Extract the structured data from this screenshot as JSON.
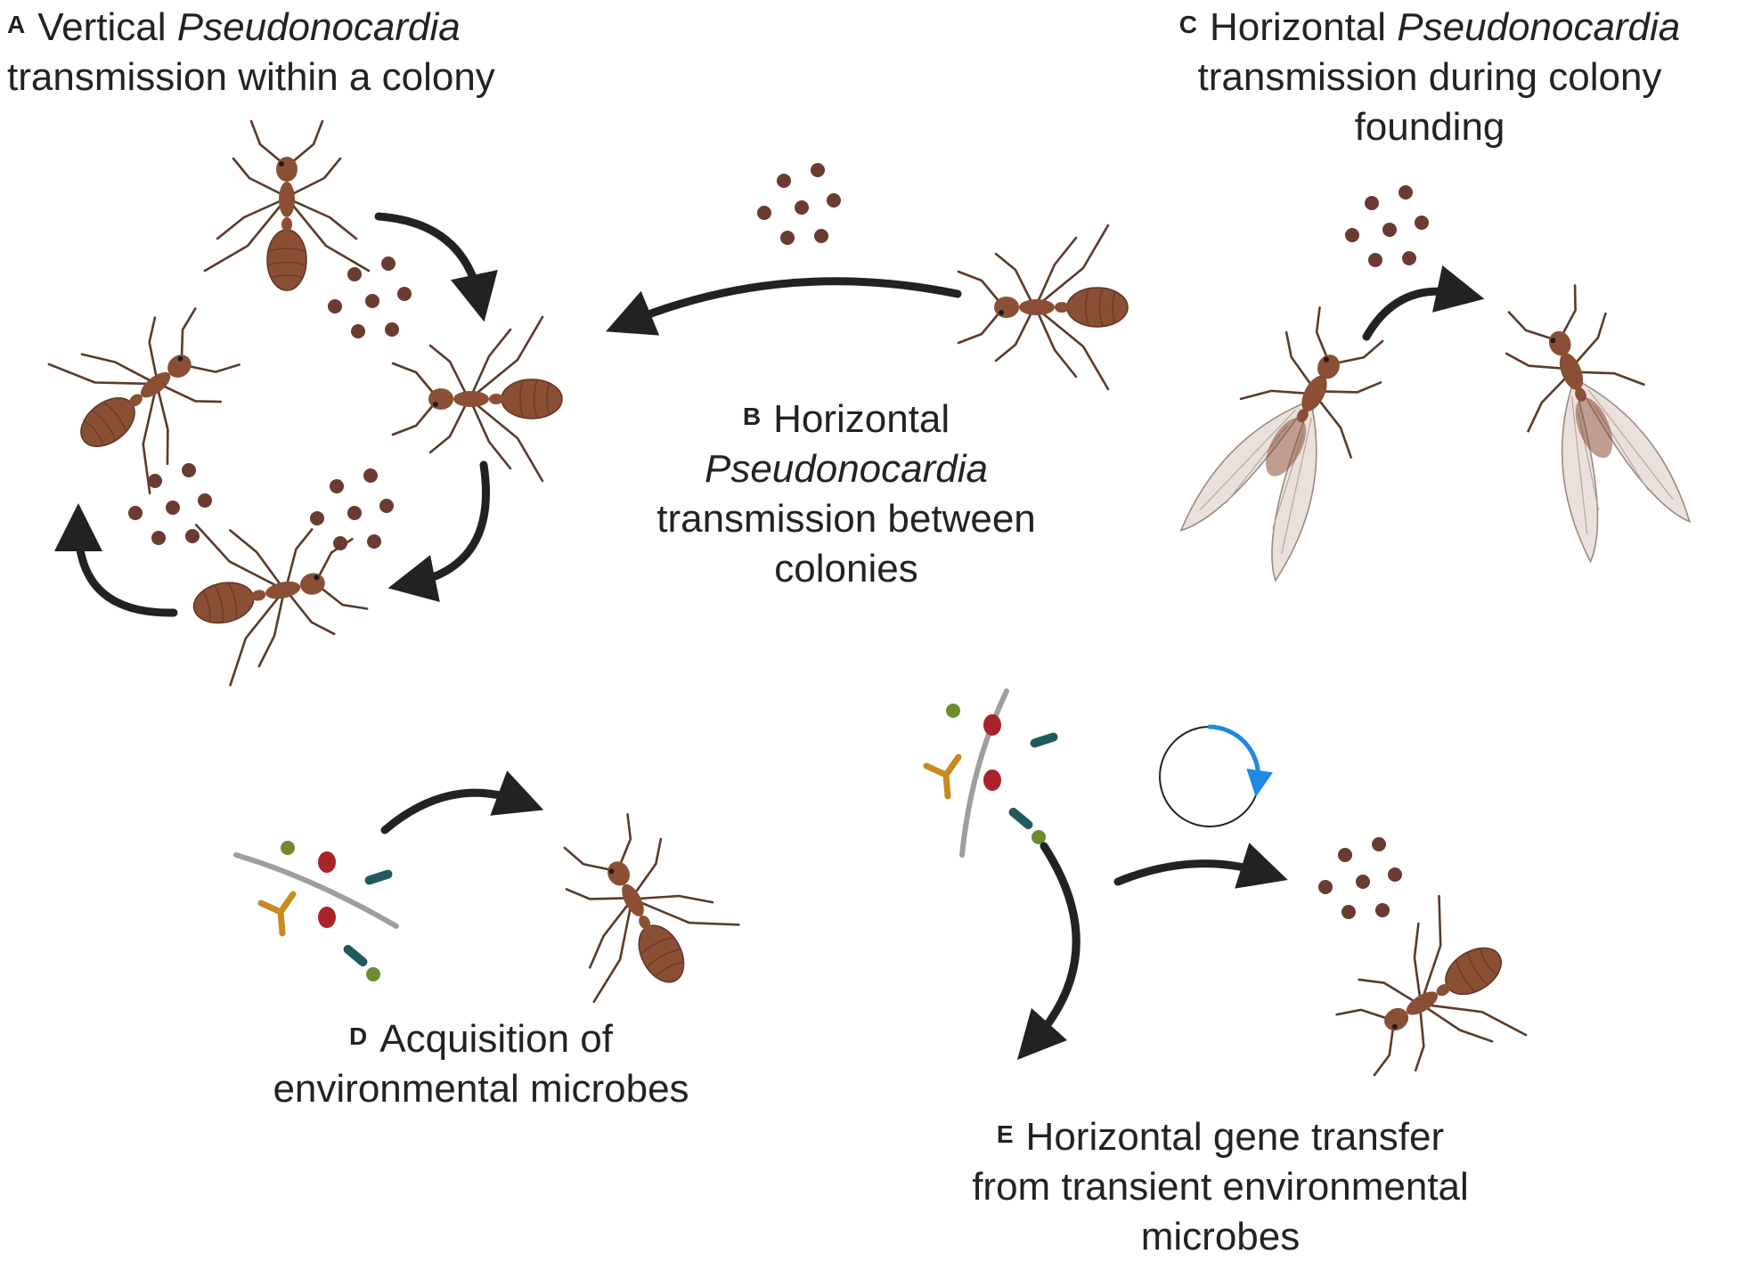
{
  "colors": {
    "ant_body": "#8a4f35",
    "ant_limb": "#5a3a2a",
    "bacteria_dot": "#6b3a30",
    "arrow": "#222222",
    "plasmid_accent": "#1e88e5",
    "wing_fill": "#e8dcd6",
    "surface_line": "#9e9e9e",
    "microbe_green": "#6e8b2f",
    "microbe_red": "#a8232a",
    "microbe_teal": "#1f5a5e",
    "microbe_orange": "#c98a1f"
  },
  "panels": {
    "A": {
      "letter": "A",
      "line1_pre": "Vertical ",
      "line1_italic": "Pseudonocardia",
      "line2": "transmission within a colony"
    },
    "B": {
      "letter": "B",
      "line1": "Horizontal",
      "line2_italic": "Pseudonocardia",
      "line3": "transmission between",
      "line4": "colonies"
    },
    "C": {
      "letter": "C",
      "line1_pre": "Horizontal ",
      "line1_italic": "Pseudonocardia",
      "line2": "transmission during colony",
      "line3": "founding"
    },
    "D": {
      "letter": "D",
      "line1": "Acquisition of",
      "line2": "environmental microbes"
    },
    "E": {
      "letter": "E",
      "line1": "Horizontal gene transfer",
      "line2": "from transient environmental",
      "line3": "microbes"
    }
  }
}
